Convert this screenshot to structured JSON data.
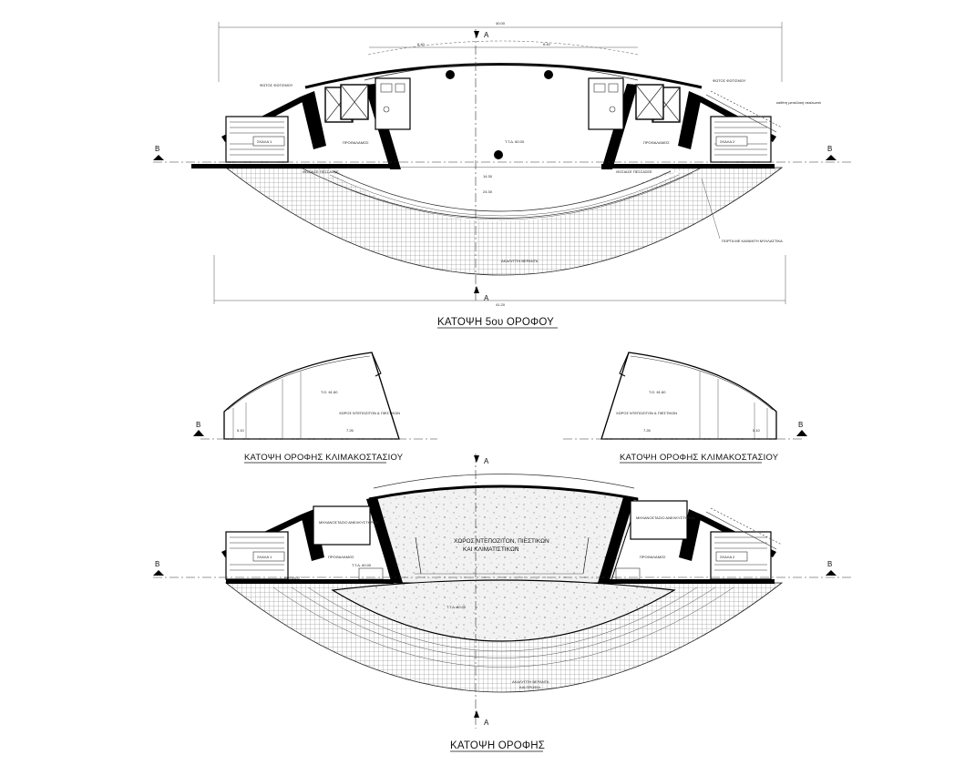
{
  "drawings": {
    "fifth_floor": {
      "title": "ΚΑΤΟΨΗ 5ου ΟΡΟΦΟΥ",
      "section_mark_a": "A",
      "section_mark_b": "B",
      "dims": {
        "total_top": "40.00",
        "total_bottom": "41.20",
        "left_half": "6.40",
        "right_half": "6.40",
        "mid_1": "14.30",
        "mid_2": "24.30"
      },
      "rooms": {
        "stair_left": "ΣΚΑΛΑ 1",
        "stair_right": "ΣΚΑΛΑ 2",
        "lobby_left": "ΠΡΟΘΑΛΑΜΟΣ",
        "lobby_right": "ΠΡΟΘΑΛΑΜΟΣ",
        "hall_level": "Τ.Τ.Δ. 60.00",
        "terrace_left": "ΘΟΣΙΑΣΕ ΠΕΣΣΑΣΕΕ",
        "terrace_right": "ΘΟΣΙΑΣΕ ΠΕΣΣΑΣΕΕ",
        "open_terrace": "ΑΚΑΛΥΠΤΗ ΒΕΡΑΝΤΑ"
      },
      "notes": {
        "left_top": "ΦΩΤΟΣ ΦΩΤΙΣΜΟΥ",
        "right_top": "ΦΩΤΟΣ ΦΩΤΙΣΜΟΥ",
        "right_top_2": "καθέτη μεταλλική σκαλωσιά",
        "right_bottom": "ΠΟΡΤΑ ΜΕ ΚΑΘΑΝΤΗ ΜΥΛΛΑΣΤΙΚΑ"
      }
    },
    "stair_roof_left": {
      "title": "ΚΑΤΟΨΗ ΟΡΟΦΗΣ ΚΛΙΜΑΚΟΣΤΑΣΙΟΥ",
      "room": "ΧΩΡΟΣ ΝΤΕΠΟΖΙΤΟΝ & ΠΙΕΣΤΙΚΩΝ",
      "level": "Τ.Ο. 61.60",
      "section_mark_b": "B",
      "dims": {
        "a": "5.10",
        "b": "7.26"
      }
    },
    "stair_roof_right": {
      "title": "ΚΑΤΟΨΗ ΟΡΟΦΗΣ ΚΛΙΜΑΚΟΣΤΑΣΙΟΥ",
      "room": "ΧΩΡΟΣ ΝΤΕΠΟΖΙΤΟΝ & ΠΙΕΣΤΙΚΩΝ",
      "level": "Τ.Ο. 61.60",
      "section_mark_b": "B",
      "dims": {
        "a": "7.26",
        "b": "5.10"
      }
    },
    "roof": {
      "title": "ΚΑΤΟΨΗ ΟΡΟΦΗΣ",
      "section_mark_a": "A",
      "section_mark_b": "B",
      "rooms": {
        "center": "ΧΩΡΟΣ ΝΤΕΠΟΖΙΤΟΝ, ΠΙΕΣΤΙΚΩΝ",
        "center_2": "ΚΑΙ ΚΛΙΜΑΤΙΣΤΙΚΩΝ",
        "machine_left": "ΜΗΧΑΝΟΣΤΑΣΙΟ ΑΝΕΛΚΥΣΤΗΡΩΝ",
        "machine_right": "ΜΗΧΑΝΟΣΤΑΣΙΟ ΑΝΕΛΚΥΣΤΗΡΩΝ",
        "lobby_left": "ΠΡΟΘΑΛΑΜΟΣ",
        "lobby_right": "ΠΡΟΘΑΛΑΜΟΣ",
        "stair_left": "ΣΚΑΛΑ 1",
        "stair_right": "ΣΚΑΛΑ 2",
        "level_left": "Τ.Τ.Δ. 60.00",
        "level_center": "Τ.Τ.Δ. 60.00",
        "entry": "ΕΙΣΟΔΟΣ",
        "open_terrace": "ΑΚΑΛΥΠΤΗ ΒΕΡΑΝΤΑ",
        "open_terrace_2": "ΚΑΙ ΠΡΟΦΙΛ"
      }
    }
  }
}
